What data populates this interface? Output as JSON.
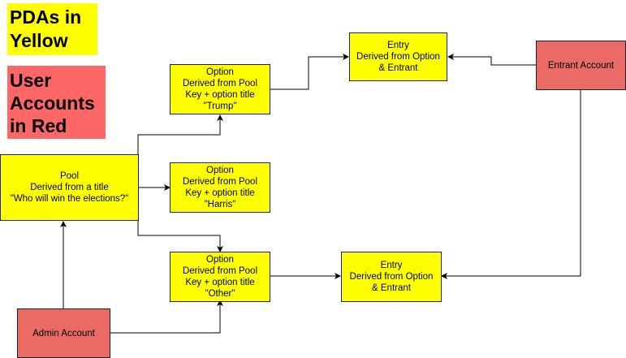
{
  "legend": {
    "pda": [
      "PDAs in",
      "Yellow"
    ],
    "user": [
      "User",
      "Accounts",
      "in Red"
    ]
  },
  "nodes": {
    "pool": [
      "Pool",
      "Derived from a title",
      "\"Who will win the elections?\""
    ],
    "option_trump": [
      "Option",
      "Derived from Pool",
      "Key + option title",
      "\"Trump\""
    ],
    "option_harris": [
      "Option",
      "Derived from Pool",
      "Key + option title",
      "\"Harris\""
    ],
    "option_other": [
      "Option",
      "Derived from Pool",
      "Key + option title",
      "\"Other\""
    ],
    "entry_top": [
      "Entry",
      "Derived from Option",
      "& Entrant"
    ],
    "entry_bottom": [
      "Entry",
      "Derived from Option",
      "& Entrant"
    ],
    "entrant_account": [
      "Entrant Account"
    ],
    "admin_account": [
      "Admin Account"
    ]
  },
  "colors": {
    "pda": "#ffff00",
    "user_account": "#ea6b66",
    "legend_user": "#ff6666",
    "line": "#000000"
  }
}
